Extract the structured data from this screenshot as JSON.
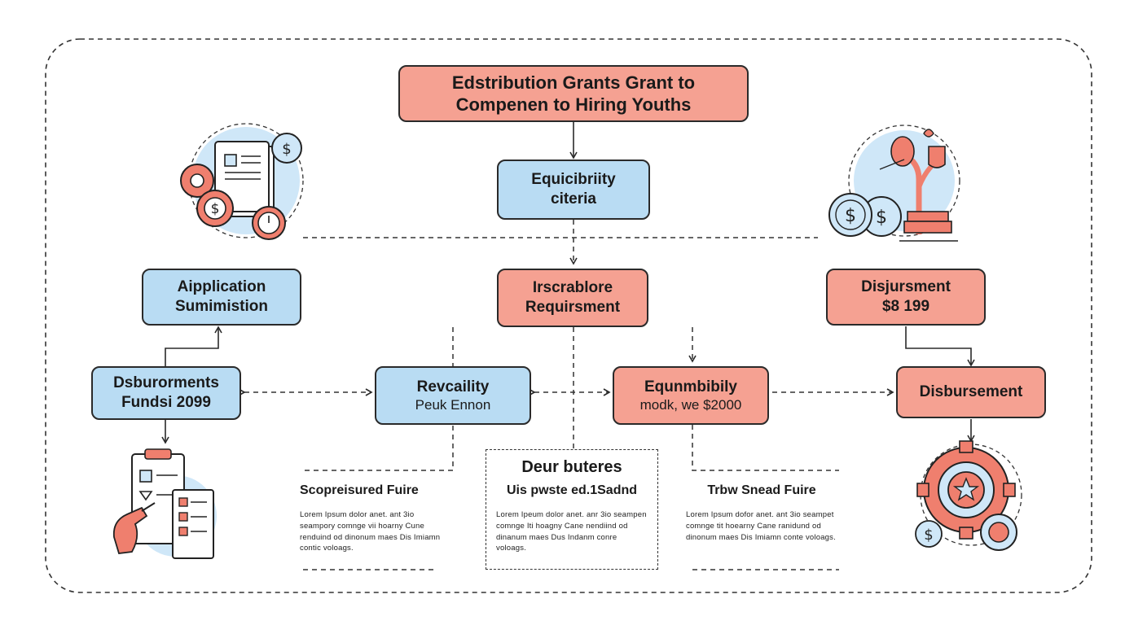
{
  "nodes": {
    "top": {
      "line1": "Edstribution Grants Grant to",
      "line2": "Compenen to Hiring Youths"
    },
    "eligibility": {
      "line1": "Equicibriity",
      "line2": "citeria"
    },
    "application": {
      "line1": "Aipplication",
      "line2": "Sumimistion"
    },
    "insurable": {
      "line1": "Irscrablore",
      "line2": "Requirsment"
    },
    "disjursment": {
      "line1": "Disjursment",
      "line2": "$8 199"
    },
    "dsburments": {
      "line1": "Dsburorments",
      "line2": "Fundsi 2099"
    },
    "revcaility": {
      "line1": "Revcaility",
      "line2": "Peuk Ennon"
    },
    "equnmbily": {
      "line1": "Equnmbibily",
      "line2": "modk, we $2000"
    },
    "disbursement": {
      "line1": "Disbursement"
    }
  },
  "text_blocks": {
    "left": {
      "heading": "Scopreisured Fuire",
      "body": "Lorem Ipsum dolor anet. ant 3io seampory comnge vii hoarny Cune renduind od dinonum maes Dis Imiamn contic voloags."
    },
    "center": {
      "title": "Deur buteres",
      "heading": "Uis pwste ed.1Sadnd",
      "body": "Lorem Ipeum dolor anet. anr 3io seampen comnge Iti hoagny Cane nendiind od dinanum maes Dus Indanm conre voloags."
    },
    "right": {
      "heading": "Trbw Snead Fuire",
      "body": "Lorem Ipsum dofor anet. ant 3io seampet comnge tit hoearny Cane ranidund od dinonum maes Dis Imiamn conte voloags."
    }
  },
  "icons": {
    "top_left": "document-gears-dollar-icon",
    "top_right": "coins-growth-plant-icon",
    "bottom_left": "checklist-clipboard-icon",
    "bottom_right": "gear-dollar-icon"
  },
  "colors": {
    "red_node": "#f5a192",
    "blue_node": "#b9dcf3",
    "outline": "#2a2a2a",
    "icon_red": "#ef7f6e",
    "icon_blue": "#cfe7f8"
  }
}
